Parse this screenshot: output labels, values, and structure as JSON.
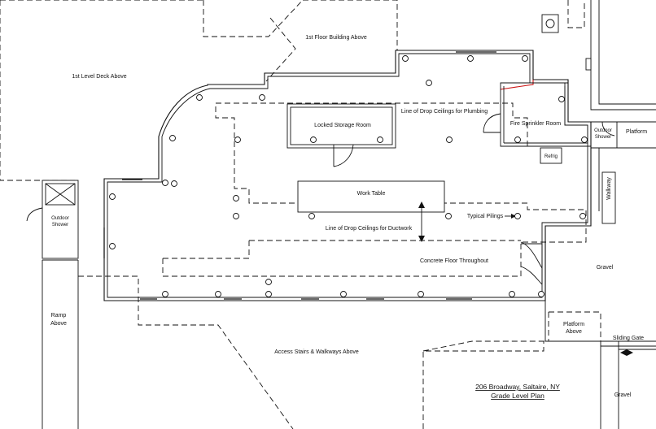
{
  "labels": {
    "first_level_deck": "1st Level Deck Above",
    "first_floor_building": "1st Floor Building Above",
    "drop_ceiling_plumbing": "Line of Drop Ceilings for Plumbing",
    "locked_storage": "Locked Storage Room",
    "fire_sprinkler": "Fire Sprinkler Room",
    "outdoor_shower_right_1": "Outdoor",
    "outdoor_shower_right_2": "Shower",
    "platform_right": "Platform",
    "refrig": "Refrig",
    "walkway": "Walkway",
    "work_table": "Work Table",
    "typical_pilings": "Typical Pilings",
    "drop_ceiling_ductwork": "Line of Drop Ceilings for Ductwork",
    "concrete_floor": "Concrete Floor Throughout",
    "gravel_mid": "Gravel",
    "gravel_bottom": "Gravel",
    "outdoor_shower_left_1": "Outdoor",
    "outdoor_shower_left_2": "Shower",
    "ramp_above_1": "Ramp",
    "ramp_above_2": "Above",
    "access_stairs": "Access Stairs & Walkways Above",
    "platform_above_1": "Platform",
    "platform_above_2": "Above",
    "sliding_gate": "Sliding Gate"
  },
  "title_block": {
    "address": "206 Broadway, Saltaire, NY",
    "plan_name": "Grade Level Plan"
  }
}
